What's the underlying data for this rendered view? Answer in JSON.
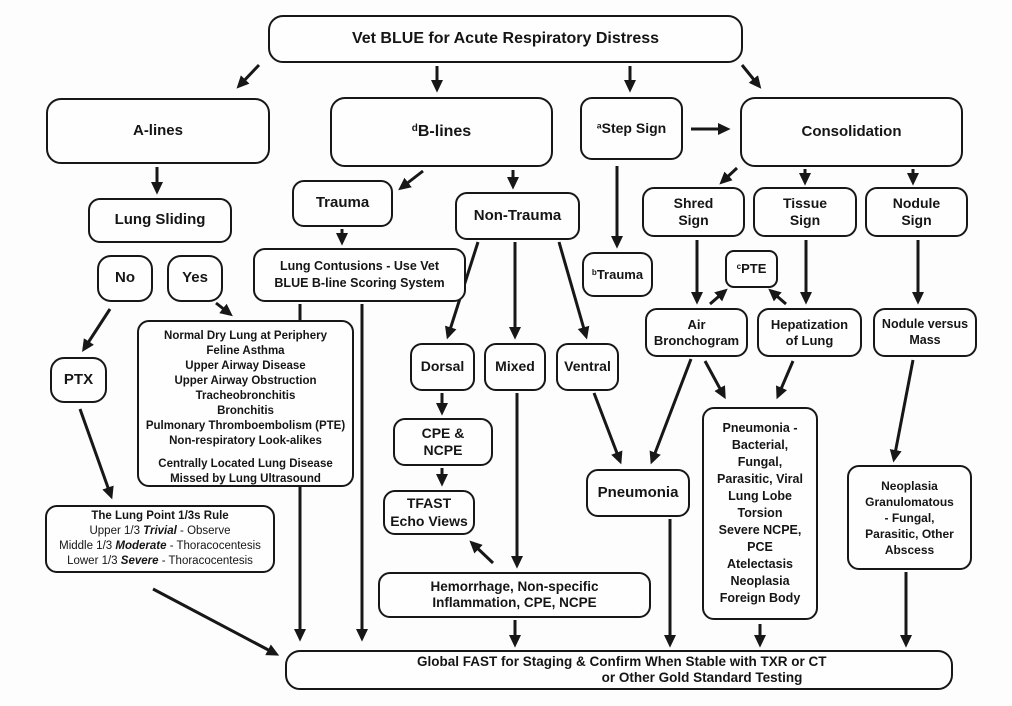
{
  "title": "Vet BLUE  for Acute Respiratory Distress",
  "nodes": {
    "a_lines": {
      "label": "A-lines"
    },
    "lung_sliding": {
      "label": "Lung Sliding"
    },
    "no": {
      "label": "No"
    },
    "yes": {
      "label": "Yes"
    },
    "ptx": {
      "label": "PTX"
    },
    "normal_dry": {
      "lines": [
        "Normal Dry Lung at Periphery",
        "Feline Asthma",
        "Upper Airway Disease",
        "Upper Airway Obstruction",
        "Tracheobronchitis",
        "Bronchitis",
        "Pulmonary Thromboembolism (PTE)",
        "Non-respiratory Look-alikes"
      ],
      "lines2": [
        "Centrally Located Lung Disease",
        "Missed by Lung Ultrasound"
      ]
    },
    "lung_point": {
      "title": "The Lung Point 1/3s Rule",
      "rules": [
        {
          "pre": "Upper 1/3 ",
          "em": "Trivial",
          "post": " - Observe"
        },
        {
          "pre": "Middle 1/3 ",
          "em": "Moderate",
          "post": " - Thoracocentesis"
        },
        {
          "pre": "Lower 1/3 ",
          "em": "Severe",
          "post": " - Thoracocentesis"
        }
      ]
    },
    "b_lines": {
      "sup": "d",
      "label": "B-lines"
    },
    "trauma": {
      "label": "Trauma"
    },
    "non_trauma": {
      "label": "Non-Trauma"
    },
    "lung_contusions": {
      "lines": [
        "Lung Contusions - Use Vet",
        "BLUE B-line Scoring System"
      ]
    },
    "dorsal": {
      "label": "Dorsal"
    },
    "mixed": {
      "label": "Mixed"
    },
    "ventral": {
      "label": "Ventral"
    },
    "cpe_ncpe": {
      "lines": [
        "CPE &",
        "NCPE"
      ]
    },
    "tfast": {
      "lines": [
        "TFAST",
        "Echo Views"
      ]
    },
    "hemorrhage": {
      "lines": [
        "Hemorrhage, Non-specific",
        "Inflammation, CPE, NCPE"
      ]
    },
    "step_sign": {
      "sup": "a",
      "label": "Step Sign"
    },
    "b_trauma": {
      "sup": "b",
      "label": "Trauma"
    },
    "consolidation": {
      "label": "Consolidation"
    },
    "shred_sign": {
      "lines": [
        "Shred",
        "Sign"
      ]
    },
    "tissue_sign": {
      "lines": [
        "Tissue",
        "Sign"
      ]
    },
    "nodule_sign": {
      "lines": [
        "Nodule",
        "Sign"
      ]
    },
    "c_pte": {
      "sup": "c",
      "label": "PTE"
    },
    "air_bronchogram": {
      "lines": [
        "Air",
        "Bronchogram"
      ]
    },
    "hepatization": {
      "lines": [
        "Hepatization",
        "of Lung"
      ]
    },
    "nodule_vs_mass": {
      "lines": [
        "Nodule versus",
        "Mass"
      ]
    },
    "pneumonia": {
      "label": "Pneumonia"
    },
    "pneumonia_causes": {
      "lines": [
        "Pneumonia -",
        "Bacterial,",
        "Fungal,",
        "Parasitic, Viral",
        "Lung Lobe",
        "Torsion",
        "Severe NCPE,",
        "PCE",
        "Atelectasis",
        "Neoplasia",
        "Foreign Body"
      ]
    },
    "neoplasia": {
      "lines": [
        "Neoplasia",
        "Granulomatous",
        "- Fungal,",
        "Parasitic, Other",
        "Abscess"
      ]
    },
    "global_fast": {
      "lines": [
        "Global FAST  for Staging & Confirm When Stable with TXR or CT",
        "or Other Gold Standard Testing"
      ]
    }
  },
  "colors": {
    "ink": "#171717",
    "background": "#fdfdfd"
  }
}
